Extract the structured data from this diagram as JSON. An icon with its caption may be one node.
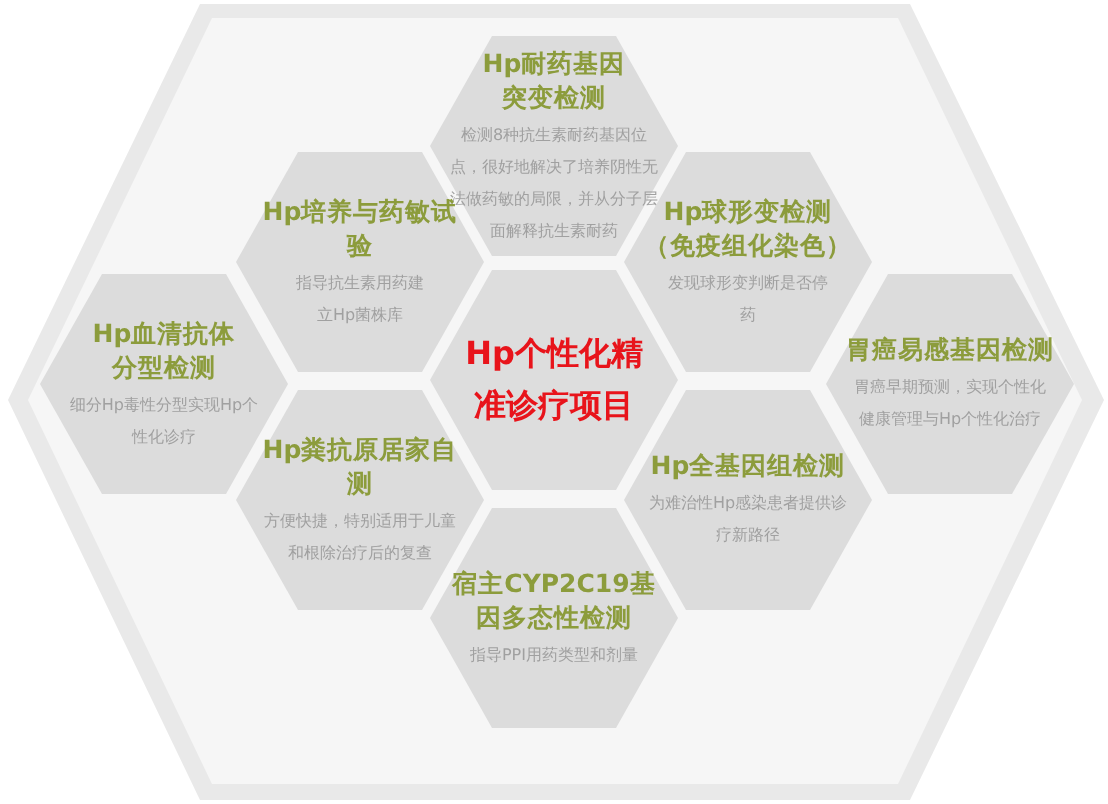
{
  "diagram": {
    "nodes": [
      {
        "text": [
          "Hp耐药基因突变检测",
          "检测8种抗生素耐药基因位点，很好地解决了培养阴性无法做药敏的局限，并从分子层面解释抗生素耐药"
        ]
      },
      {
        "text": [
          "Hp培养与药敏试验",
          "指导抗生素用药建立Hp菌株库"
        ]
      },
      {
        "text": [
          "Hp球形变检测（免疫组化染色）",
          "发现球形变判断是否停药"
        ]
      },
      {
        "text": [
          "Hp血清抗体分型检测",
          "细分Hp毒性分型实现Hp个性化诊疗"
        ]
      },
      {
        "text": [
          "Hp个性化精准诊疗项目"
        ]
      },
      {
        "text": [
          "胃癌易感基因检测",
          "胃癌早期预测，实现个性化健康管理与Hp个性化治疗"
        ]
      },
      {
        "text": [
          "Hp粪抗原居家自测",
          "方便快捷，特别适用于儿童和根除治疗后的复查"
        ]
      },
      {
        "text": [
          "Hp全基因组检测",
          "为难治性Hp感染患者提供诊疗新路径"
        ]
      },
      {
        "text": [
          "宿主CYP2C19基因多态性检测",
          "指导PPI用药类型和剂量"
        ]
      }
    ]
  }
}
